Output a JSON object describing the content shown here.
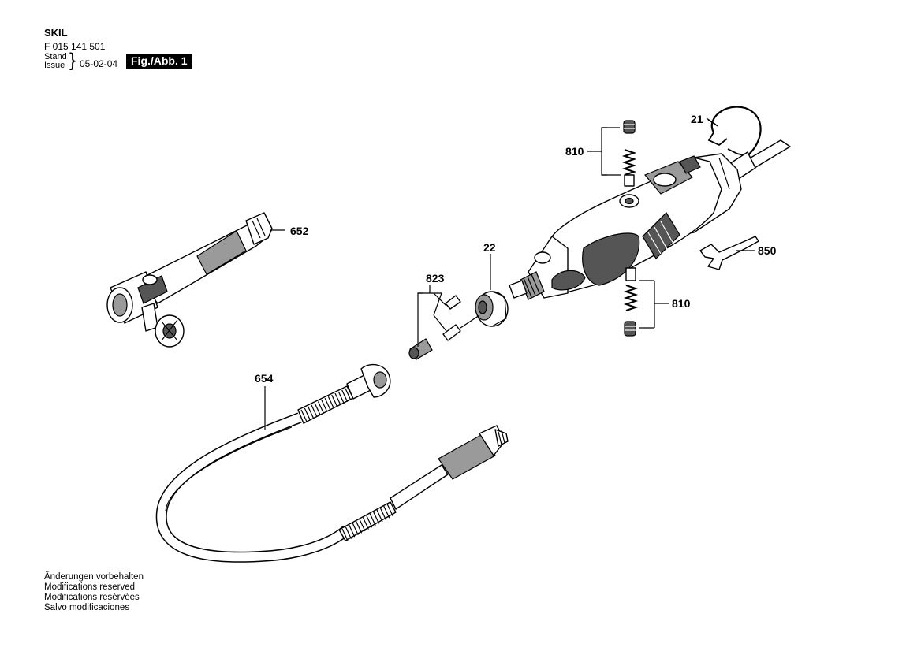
{
  "header": {
    "brand": "SKIL",
    "doc_number": "F 015 141 501",
    "stand_label": "Stand",
    "issue_label": "Issue",
    "date": "05-02-04",
    "figure": "Fig./Abb. 1"
  },
  "notes": [
    "Änderungen vorbehalten",
    "Modifications reserved",
    "Modifications resérvées",
    "Salvo modificaciones"
  ],
  "parts": {
    "p21": "21",
    "p810_top": "810",
    "p652": "652",
    "p22": "22",
    "p850": "850",
    "p823": "823",
    "p810_bottom": "810",
    "p654": "654"
  }
}
